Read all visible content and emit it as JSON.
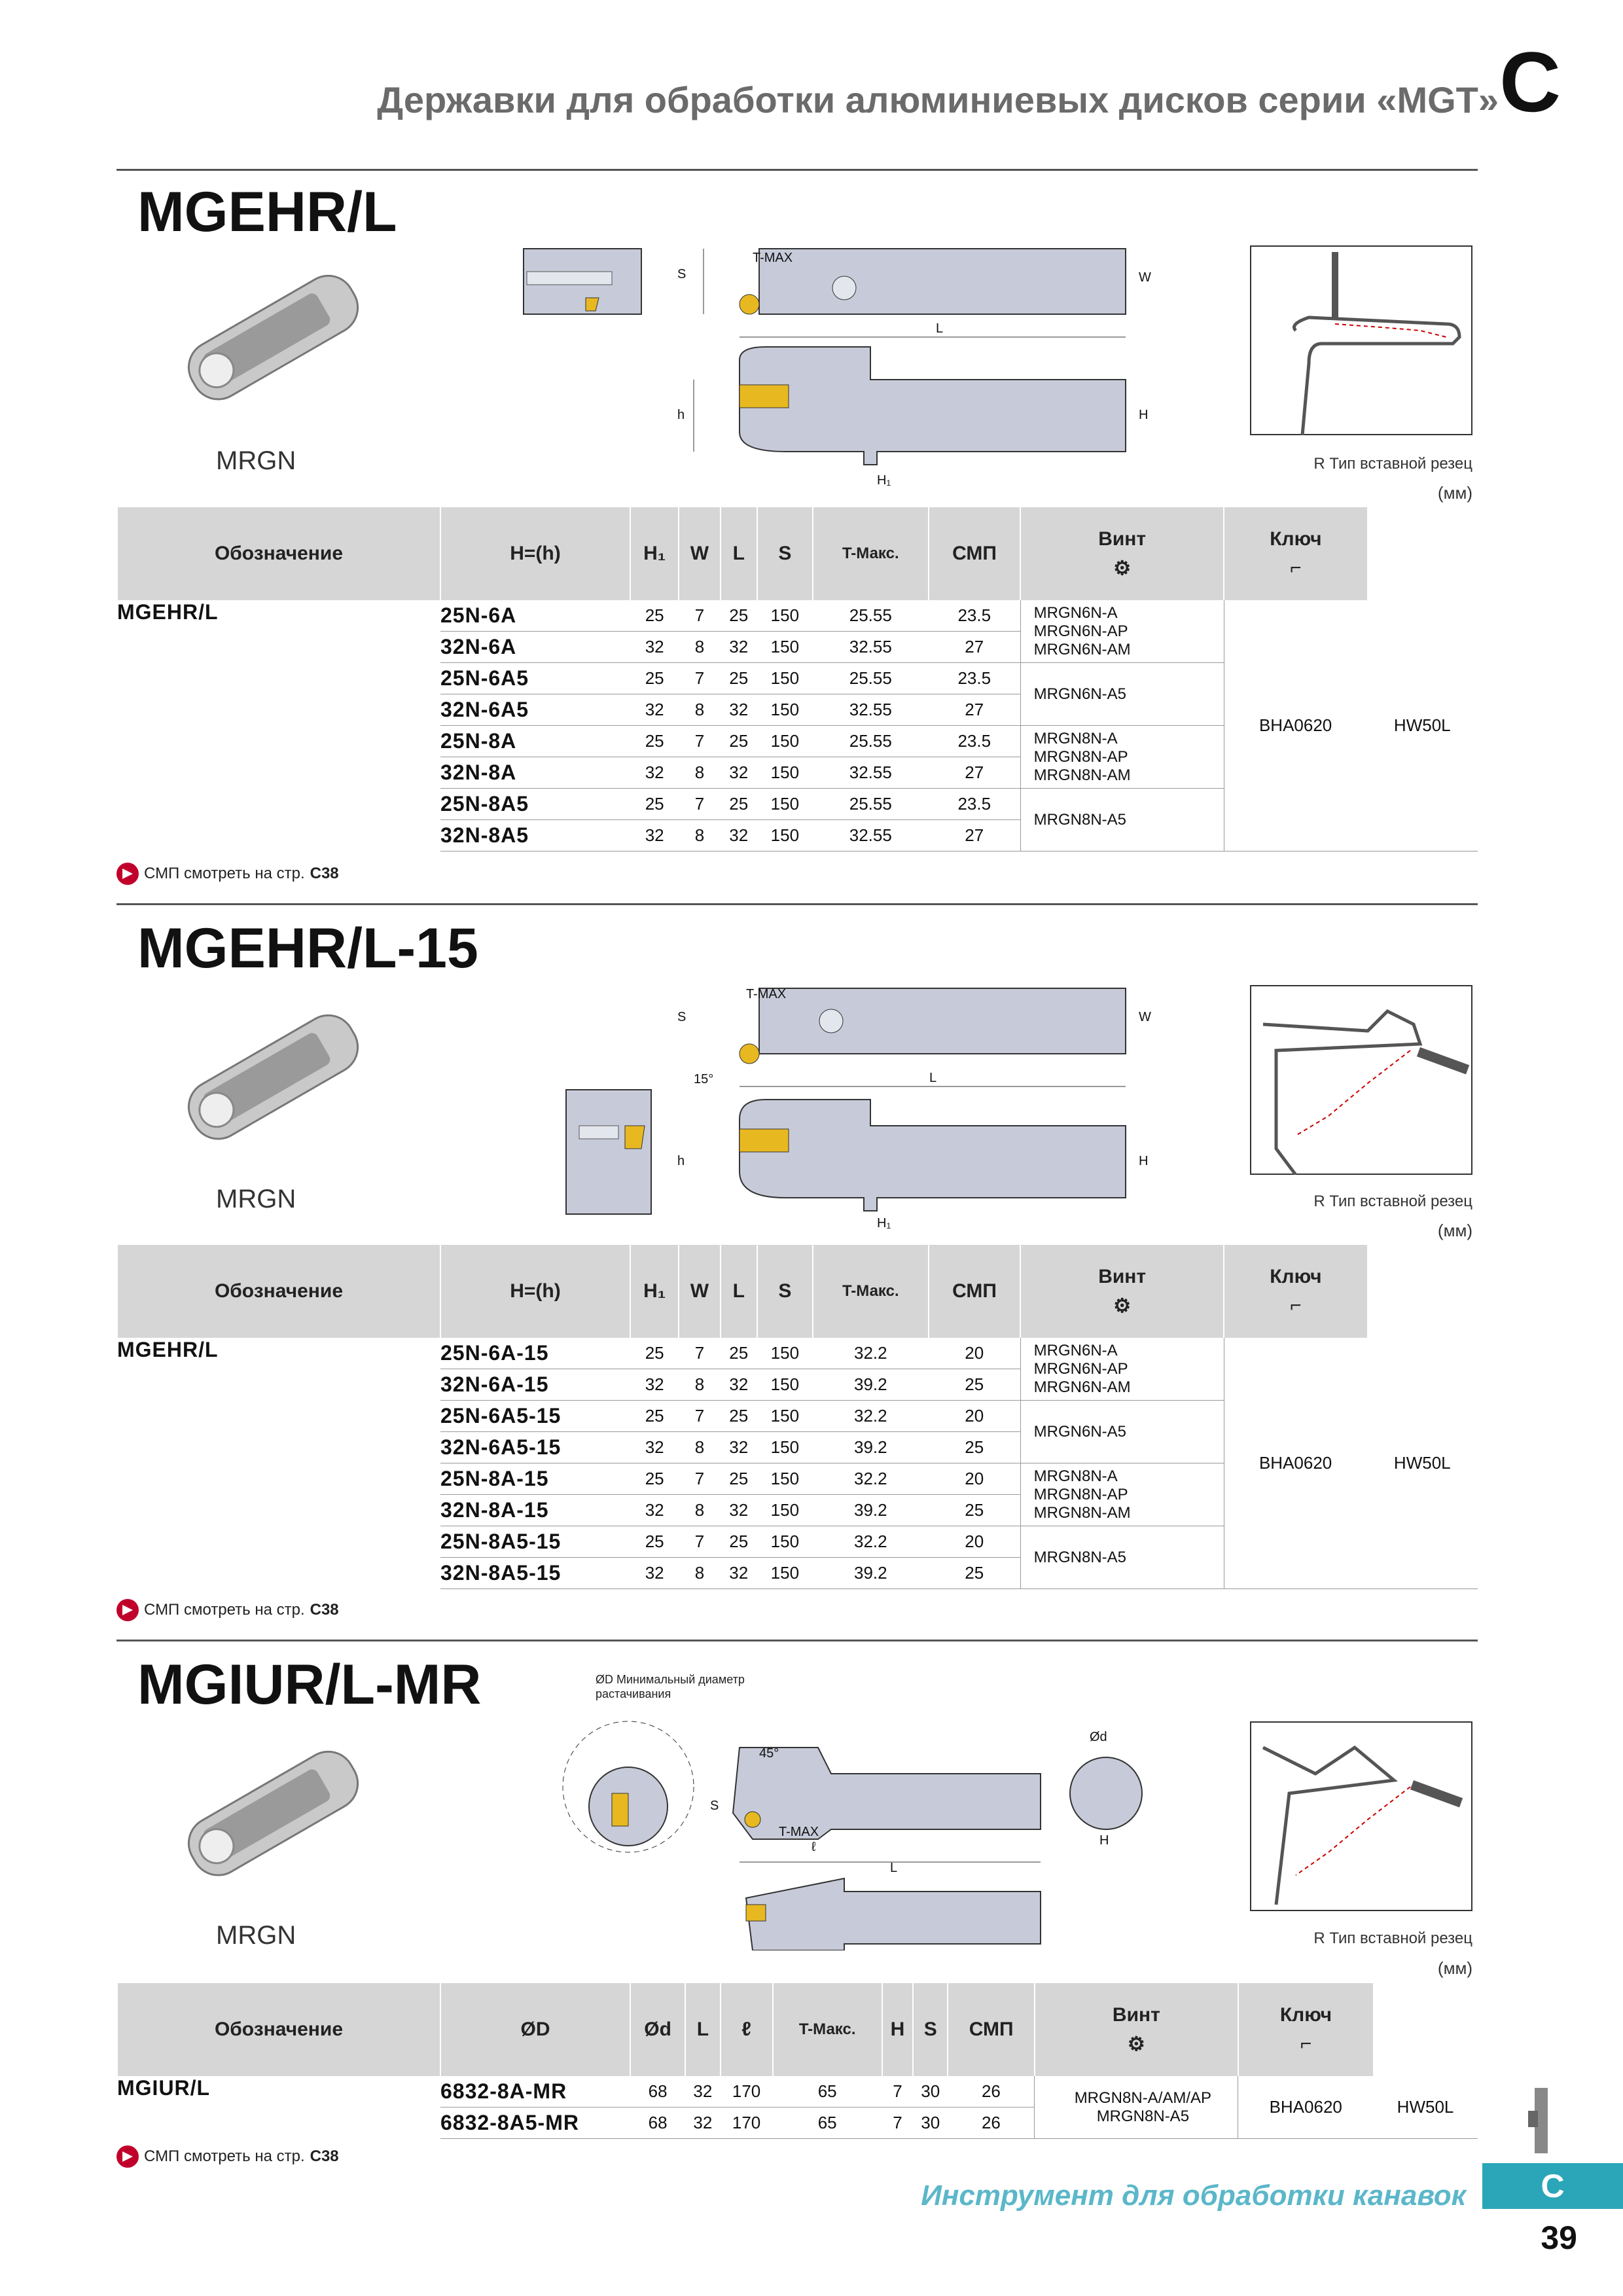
{
  "header": {
    "title": "Державки для обработки алюминиевых дисков серии «MGT»",
    "letter": "C"
  },
  "common": {
    "insert": "MRGN",
    "insert_type": "R Тип вставной резец",
    "unit": "(мм)",
    "note_text": "СМП смотреть на стр.",
    "note_page": "C38"
  },
  "dims": {
    "s": "S",
    "w": "W",
    "l": "L",
    "h": "h",
    "H": "H",
    "h1": "H₁",
    "tmax": "T-MAX",
    "angle15": "15°",
    "angle45": "45°",
    "od": "ØD Минимальный диаметр растачивания",
    "d": "Ød",
    "ell": "ℓ"
  },
  "sections": [
    {
      "title": "MGEHR/L",
      "headers": [
        "Обозначение",
        "H=(h)",
        "H₁",
        "W",
        "L",
        "S",
        "T-Макс.",
        "СМП",
        "Винт",
        "Ключ"
      ],
      "family": "MGEHR/L",
      "rows": [
        [
          "25N-6A",
          "25",
          "7",
          "25",
          "150",
          "25.55",
          "23.5"
        ],
        [
          "32N-6A",
          "32",
          "8",
          "32",
          "150",
          "32.55",
          "27"
        ],
        [
          "25N-6A5",
          "25",
          "7",
          "25",
          "150",
          "25.55",
          "23.5"
        ],
        [
          "32N-6A5",
          "32",
          "8",
          "32",
          "150",
          "32.55",
          "27"
        ],
        [
          "25N-8A",
          "25",
          "7",
          "25",
          "150",
          "25.55",
          "23.5"
        ],
        [
          "32N-8A",
          "32",
          "8",
          "32",
          "150",
          "32.55",
          "27"
        ],
        [
          "25N-8A5",
          "25",
          "7",
          "25",
          "150",
          "25.55",
          "23.5"
        ],
        [
          "32N-8A5",
          "32",
          "8",
          "32",
          "150",
          "32.55",
          "27"
        ]
      ],
      "smp": [
        "MRGN6N-A\nMRGN6N-AP\nMRGN6N-AM",
        "MRGN6N-A5",
        "MRGN8N-A\nMRGN8N-AP\nMRGN8N-AM",
        "MRGN8N-A5"
      ],
      "screw": "BHA0620",
      "key": "HW50L"
    },
    {
      "title": "MGEHR/L-15",
      "headers": [
        "Обозначение",
        "H=(h)",
        "H₁",
        "W",
        "L",
        "S",
        "T-Макс.",
        "СМП",
        "Винт",
        "Ключ"
      ],
      "family": "MGEHR/L",
      "rows": [
        [
          "25N-6A-15",
          "25",
          "7",
          "25",
          "150",
          "32.2",
          "20"
        ],
        [
          "32N-6A-15",
          "32",
          "8",
          "32",
          "150",
          "39.2",
          "25"
        ],
        [
          "25N-6A5-15",
          "25",
          "7",
          "25",
          "150",
          "32.2",
          "20"
        ],
        [
          "32N-6A5-15",
          "32",
          "8",
          "32",
          "150",
          "39.2",
          "25"
        ],
        [
          "25N-8A-15",
          "25",
          "7",
          "25",
          "150",
          "32.2",
          "20"
        ],
        [
          "32N-8A-15",
          "32",
          "8",
          "32",
          "150",
          "39.2",
          "25"
        ],
        [
          "25N-8A5-15",
          "25",
          "7",
          "25",
          "150",
          "32.2",
          "20"
        ],
        [
          "32N-8A5-15",
          "32",
          "8",
          "32",
          "150",
          "39.2",
          "25"
        ]
      ],
      "smp": [
        "MRGN6N-A\nMRGN6N-AP\nMRGN6N-AM",
        "MRGN6N-A5",
        "MRGN8N-A\nMRGN8N-AP\nMRGN8N-AM",
        "MRGN8N-A5"
      ],
      "screw": "BHA0620",
      "key": "HW50L"
    },
    {
      "title": "MGIUR/L-MR",
      "headers": [
        "Обозначение",
        "ØD",
        "Ød",
        "L",
        "ℓ",
        "T-Макс.",
        "H",
        "S",
        "СМП",
        "Винт",
        "Ключ"
      ],
      "family": "MGIUR/L",
      "rows": [
        [
          "6832-8A-MR",
          "68",
          "32",
          "170",
          "65",
          "7",
          "30",
          "26"
        ],
        [
          "6832-8A5-MR",
          "68",
          "32",
          "170",
          "65",
          "7",
          "30",
          "26"
        ]
      ],
      "smp": [
        "MRGN8N-A/AM/AP\nMRGN8N-A5"
      ],
      "screw": "BHA0620",
      "key": "HW50L"
    }
  ],
  "footer": {
    "text": "Инструмент для обработки канавок",
    "letter": "C",
    "page": "39"
  }
}
